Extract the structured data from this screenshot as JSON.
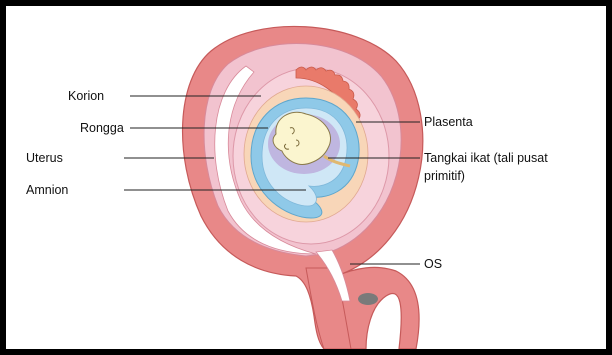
{
  "labels": {
    "korion": "Korion",
    "rongga": "Rongga",
    "uterus": "Uterus",
    "amnion": "Amnion",
    "plasenta": "Plasenta",
    "tangkai_line1": "Tangkai ikat (tali pusat",
    "tangkai_line2": "primitif)",
    "os": "OS"
  },
  "colors": {
    "uterus_wall": "#e88888",
    "uterus_wall_stroke": "#c65a5a",
    "uterine_cavity": "#f2c3cf",
    "chorionic_sac": "#f7d3dc",
    "placenta_villi": "#e97a6a",
    "chorion_band": "#f8d6b8",
    "amnion_ring": "#8fc9e8",
    "amniotic_cavity": "#cfe7f6",
    "embryo": "#fbf5cf",
    "yolk_region": "#b9a6d8",
    "leader_line": "#222222"
  }
}
